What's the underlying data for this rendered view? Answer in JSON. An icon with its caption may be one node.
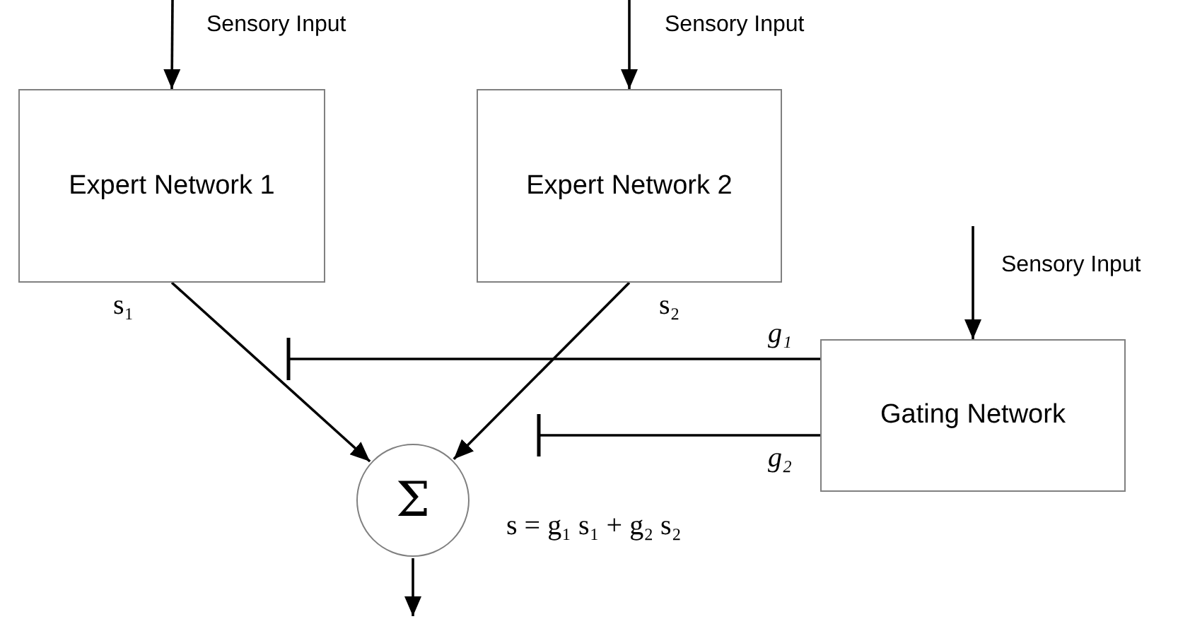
{
  "diagram": {
    "nodes": [
      {
        "text": [
          "Expert Network 1"
        ]
      },
      {
        "text": [
          "Expert Network 2"
        ]
      },
      {
        "text": [
          "Gating Network"
        ]
      },
      {
        "text": [
          "Σ"
        ],
        "beside": [
          "s = g₁ s₁ + g₂ s₂"
        ]
      }
    ],
    "edges": [
      {
        "from": null,
        "to": 0,
        "arrow": "to",
        "label": "Sensory Input"
      },
      {
        "from": null,
        "to": 1,
        "arrow": "to",
        "label": "Sensory Input"
      },
      {
        "from": null,
        "to": 2,
        "arrow": "to",
        "label": "Sensory Input"
      },
      {
        "from": 0,
        "to": 3,
        "arrow": "to",
        "label": "s₁"
      },
      {
        "from": 1,
        "to": 3,
        "arrow": "to",
        "label": "s₂"
      },
      {
        "from": 2,
        "to": null,
        "arrow": "other",
        "label": "g₁"
      },
      {
        "from": 2,
        "to": null,
        "arrow": "other",
        "label": "g₂"
      },
      {
        "from": 3,
        "to": null,
        "arrow": "to"
      }
    ]
  }
}
